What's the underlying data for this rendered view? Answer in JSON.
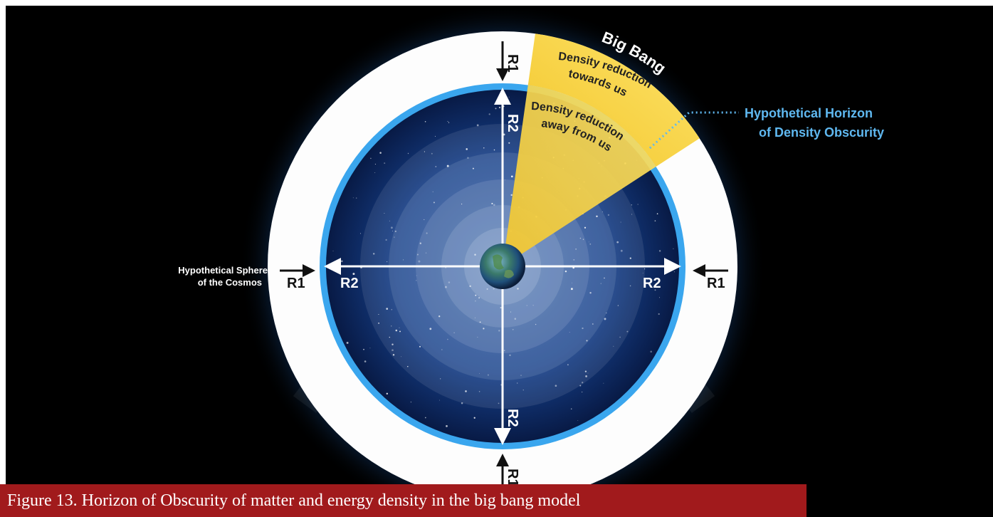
{
  "diagram": {
    "title_arc": "Big Bang",
    "sector_outer_label": [
      "Density reduction",
      "towards us"
    ],
    "sector_inner_label": [
      "Density reduction",
      "away from us"
    ],
    "horizon_label": [
      "Hypothetical Horizon",
      "of Density Obscurity"
    ],
    "sphere_label": [
      "Hypothetical Sphere",
      "of the Cosmos"
    ],
    "r1_label": "R1",
    "r2_label": "R2"
  },
  "caption": {
    "text": "Figure 13. Horizon of Obscurity of matter and energy density in the big bang model"
  },
  "colors": {
    "background": "#000000",
    "outer_ring": "#ffffff",
    "inner_ring": "#3aa6ee",
    "sector": "#f7cf3a",
    "horizon_text": "#5fb8f0",
    "caption_bar": "#a11a1c"
  }
}
